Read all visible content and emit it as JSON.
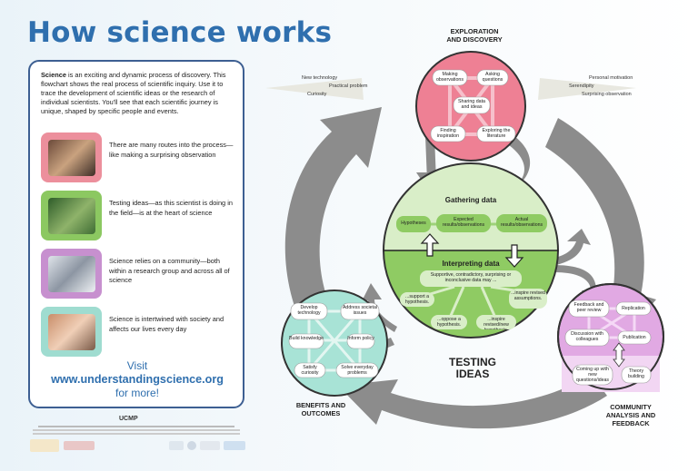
{
  "title": "How science works",
  "intro": {
    "bold": "Science",
    "text": " is an exciting and dynamic process of discovery. This flowchart shows the real process of scientific inquiry. Use it to trace the development of scientific ideas or the research of individual scientists. You'll see that each scientific journey is unique, shaped by specific people and events."
  },
  "cards": [
    {
      "text": "There are many routes into the process—like making a surprising observation",
      "color": "#ec8f9c"
    },
    {
      "text": "Testing ideas—as this scientist is doing in the field—is at the heart of science",
      "color": "#8cc861"
    },
    {
      "text": "Science relies on a community—both within a research group and across all of science",
      "color": "#c790cf"
    },
    {
      "text": "Science is intertwined with society and affects our lives every day",
      "color": "#9fdcd0"
    }
  ],
  "visit": {
    "line1": "Visit",
    "url": "www.understandingscience.org",
    "line3": "for more!"
  },
  "footer": {
    "ucmp": "UCMP"
  },
  "exploration": {
    "title1": "EXPLORATION",
    "title2": "AND DISCOVERY",
    "nodes": [
      "Making observations",
      "Asking questions",
      "Sharing data and ideas",
      "Finding inspiration",
      "Exploring the literature"
    ],
    "left_inputs": [
      "New technology",
      "Practical problem",
      "Curiosity"
    ],
    "right_inputs": [
      "Personal motivation",
      "Serendipity",
      "Surprising observation"
    ]
  },
  "testing": {
    "gathering_title": "Gathering data",
    "gathering_nodes": [
      "Hypotheses",
      "Expected results/observations",
      "Actual results/observations"
    ],
    "interpreting_title": "Interpreting data",
    "supportive": "Supportive, contradictory, surprising or inconclusive data may ...",
    "outcomes": [
      "...support a hypothesis.",
      "...oppose a hypothesis.",
      "...inspire revised/new hypothesis.",
      "...inspire revised assumptions."
    ],
    "title1": "TESTING",
    "title2": "IDEAS"
  },
  "benefits": {
    "title1": "BENEFITS AND",
    "title2": "OUTCOMES",
    "nodes": [
      "Develop technology",
      "Address societal issues",
      "Build knowledge",
      "Inform policy",
      "Satisfy curiosity",
      "Solve everyday problems"
    ]
  },
  "community": {
    "title1": "COMMUNITY",
    "title2": "ANALYSIS AND",
    "title3": "FEEDBACK",
    "nodes": [
      "Feedback and peer review",
      "Replication",
      "Discussion with colleagues",
      "Publication",
      "Coming up with new questions/ideas",
      "Theory building"
    ]
  }
}
